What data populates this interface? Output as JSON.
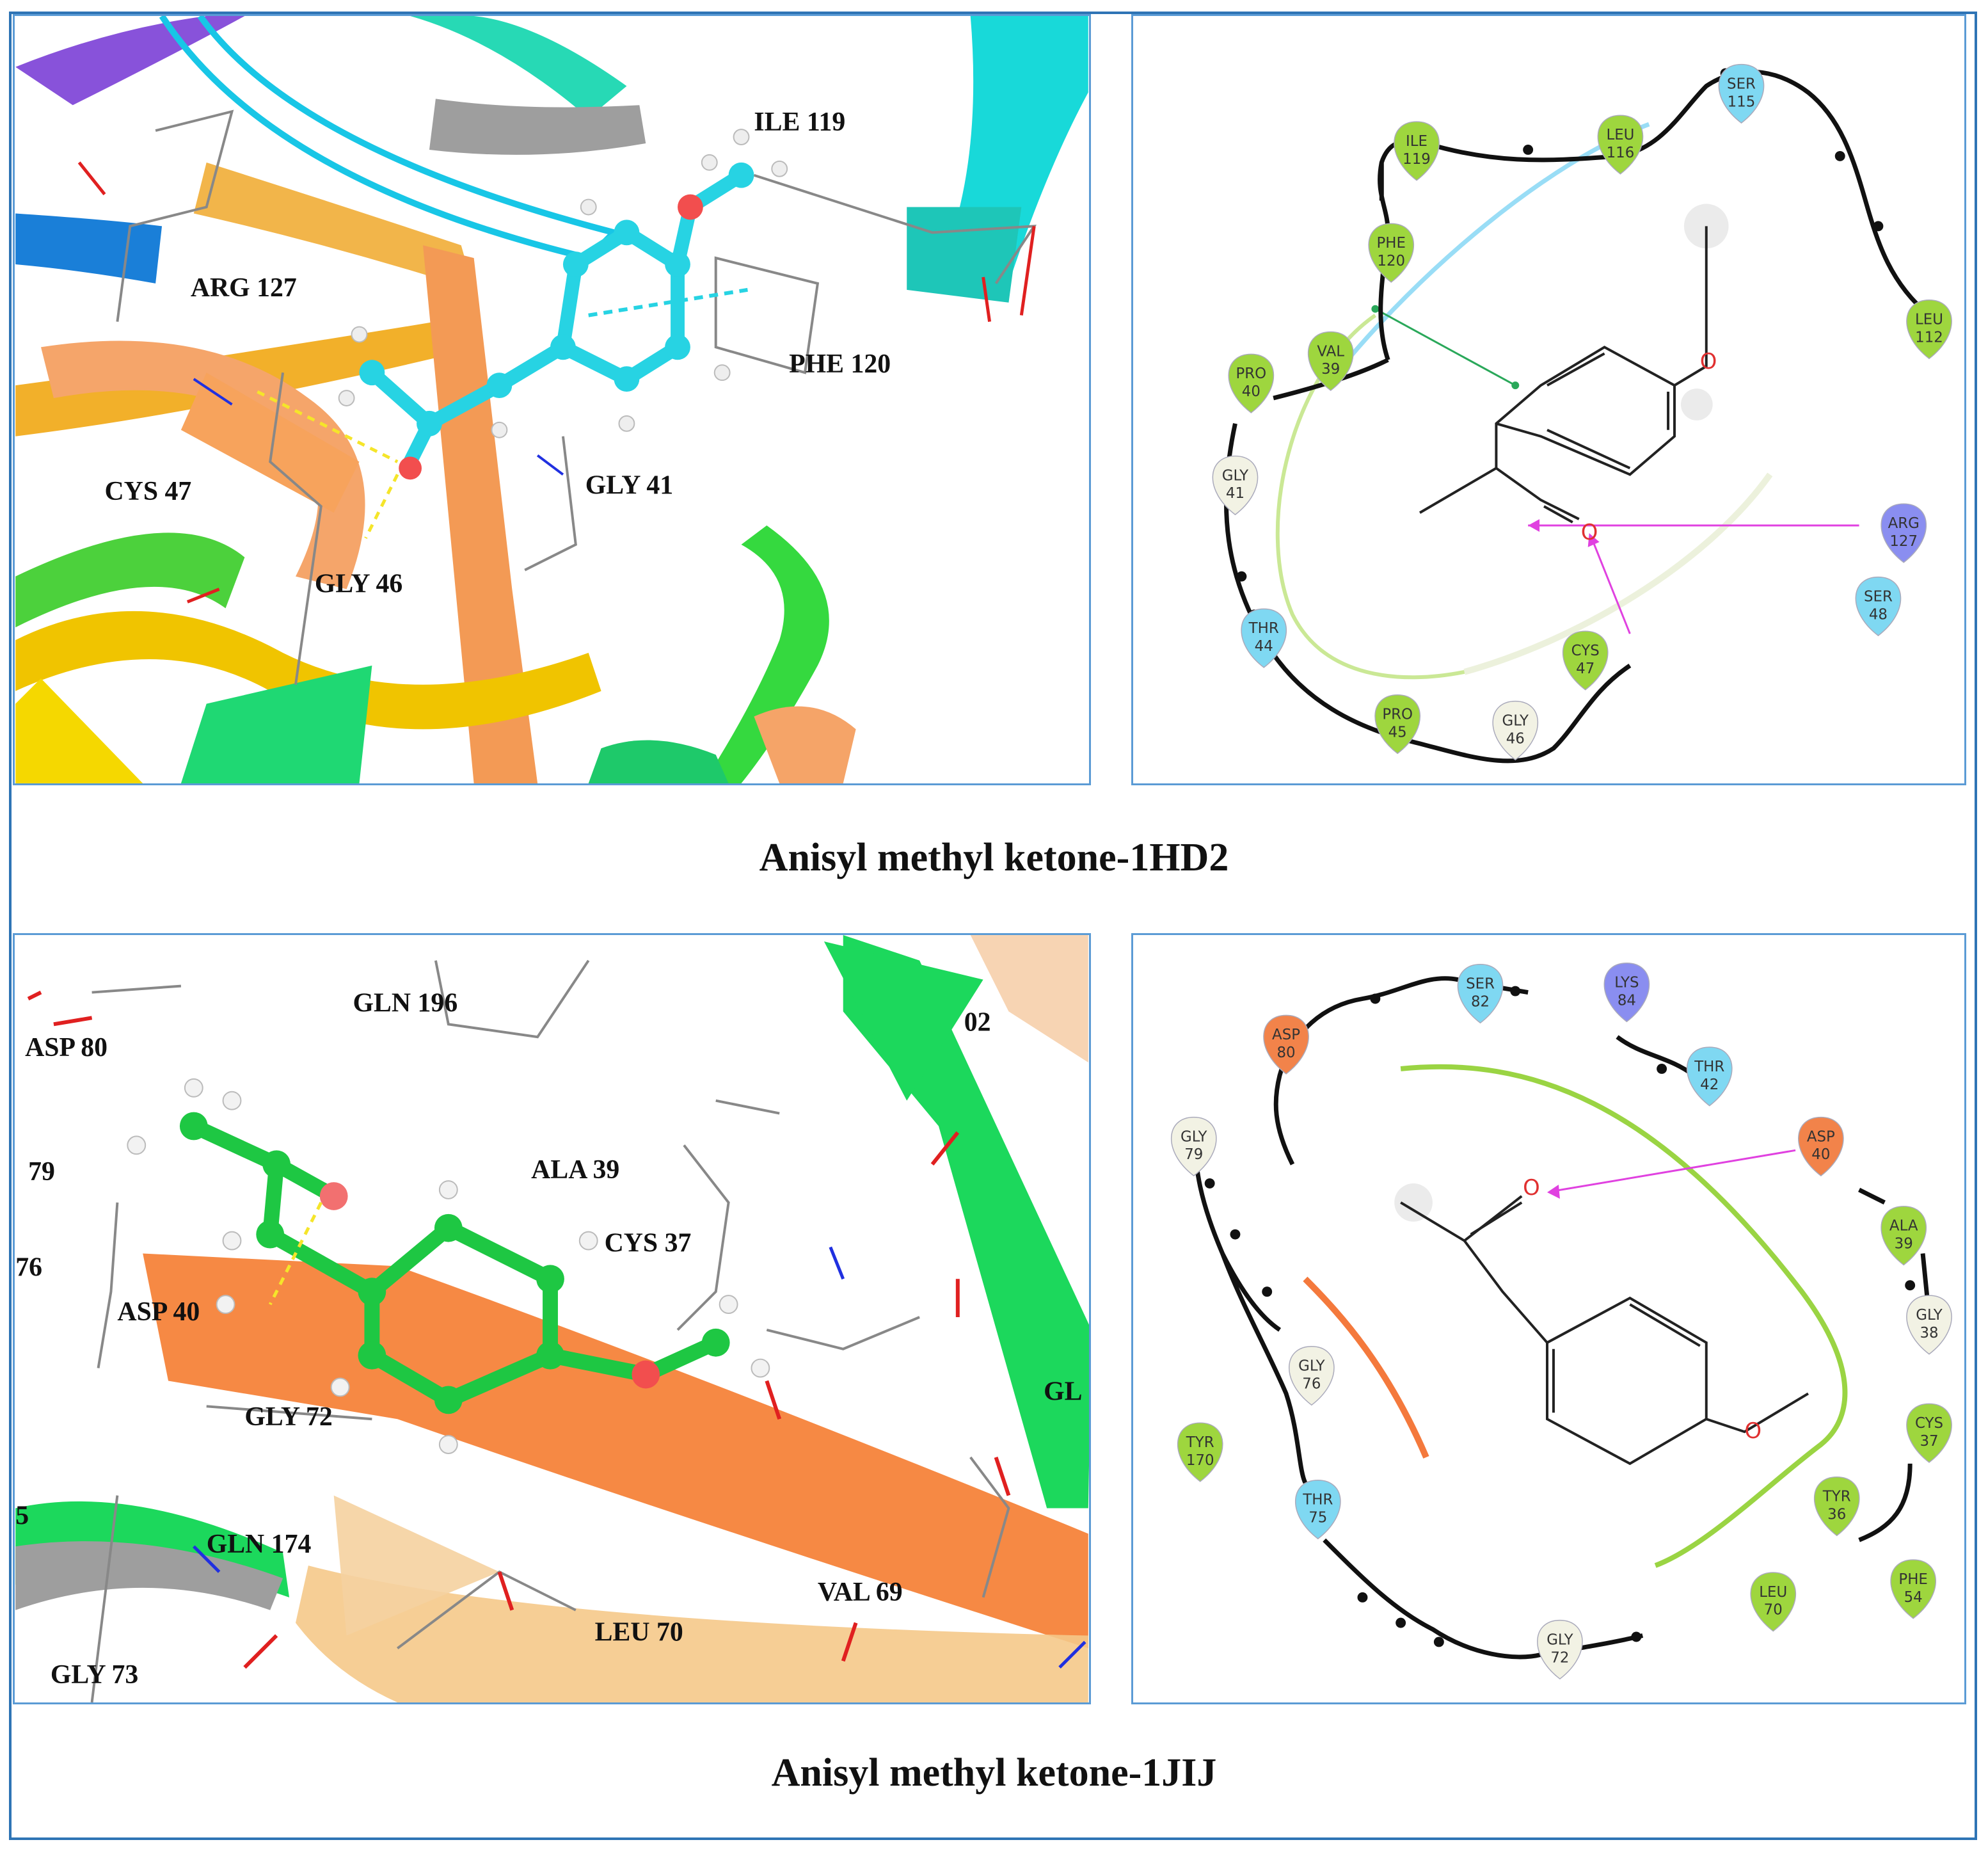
{
  "figure": {
    "caption_top": "Anisyl methyl ketone-1HD2",
    "caption_bottom": "Anisyl methyl ketone-1JIJ"
  },
  "panel_3d_top": {
    "labels": [
      "ILE 119",
      "ARG 127",
      "PHE 120",
      "CYS 47",
      "GLY 41",
      "GLY 46"
    ]
  },
  "panel_2d_top": {
    "residues": [
      {
        "name": "SER",
        "num": "115",
        "color": "#7fd8f2"
      },
      {
        "name": "LEU",
        "num": "116",
        "color": "#9ed63e"
      },
      {
        "name": "ILE",
        "num": "119",
        "color": "#9ed63e"
      },
      {
        "name": "PHE",
        "num": "120",
        "color": "#9ed63e"
      },
      {
        "name": "LEU",
        "num": "112",
        "color": "#9ed63e"
      },
      {
        "name": "VAL",
        "num": "39",
        "color": "#9ed63e"
      },
      {
        "name": "PRO",
        "num": "40",
        "color": "#9ed63e"
      },
      {
        "name": "GLY",
        "num": "41",
        "color": "#f2f2e4"
      },
      {
        "name": "ARG",
        "num": "127",
        "color": "#8a8ef0"
      },
      {
        "name": "SER",
        "num": "48",
        "color": "#7fd8f2"
      },
      {
        "name": "THR",
        "num": "44",
        "color": "#7fd8f2"
      },
      {
        "name": "CYS",
        "num": "47",
        "color": "#9ed63e"
      },
      {
        "name": "PRO",
        "num": "45",
        "color": "#9ed63e"
      },
      {
        "name": "GLY",
        "num": "46",
        "color": "#f2f2e4"
      }
    ]
  },
  "panel_3d_bottom": {
    "labels": [
      "GLN 196",
      "ASP 80",
      "79",
      "ALA 39",
      "CYS 37",
      "76",
      "ASP 40",
      "GLY 72",
      "GLN 174",
      "VAL 69",
      "LEU 70",
      "GLY 73",
      "GL",
      "02",
      "5"
    ]
  },
  "panel_2d_bottom": {
    "residues": [
      {
        "name": "SER",
        "num": "82",
        "color": "#7fd8f2"
      },
      {
        "name": "LYS",
        "num": "84",
        "color": "#8a8ef0"
      },
      {
        "name": "ASP",
        "num": "80",
        "color": "#f2834a"
      },
      {
        "name": "THR",
        "num": "42",
        "color": "#7fd8f2"
      },
      {
        "name": "GLY",
        "num": "79",
        "color": "#f2f2e4"
      },
      {
        "name": "ASP",
        "num": "40",
        "color": "#f2834a"
      },
      {
        "name": "ALA",
        "num": "39",
        "color": "#9ed63e"
      },
      {
        "name": "GLY",
        "num": "38",
        "color": "#f2f2e4"
      },
      {
        "name": "GLY",
        "num": "76",
        "color": "#f2f2e4"
      },
      {
        "name": "TYR",
        "num": "170",
        "color": "#9ed63e"
      },
      {
        "name": "CYS",
        "num": "37",
        "color": "#9ed63e"
      },
      {
        "name": "THR",
        "num": "75",
        "color": "#7fd8f2"
      },
      {
        "name": "TYR",
        "num": "36",
        "color": "#9ed63e"
      },
      {
        "name": "PHE",
        "num": "54",
        "color": "#9ed63e"
      },
      {
        "name": "LEU",
        "num": "70",
        "color": "#9ed63e"
      },
      {
        "name": "GLY",
        "num": "72",
        "color": "#f2f2e4"
      }
    ]
  }
}
